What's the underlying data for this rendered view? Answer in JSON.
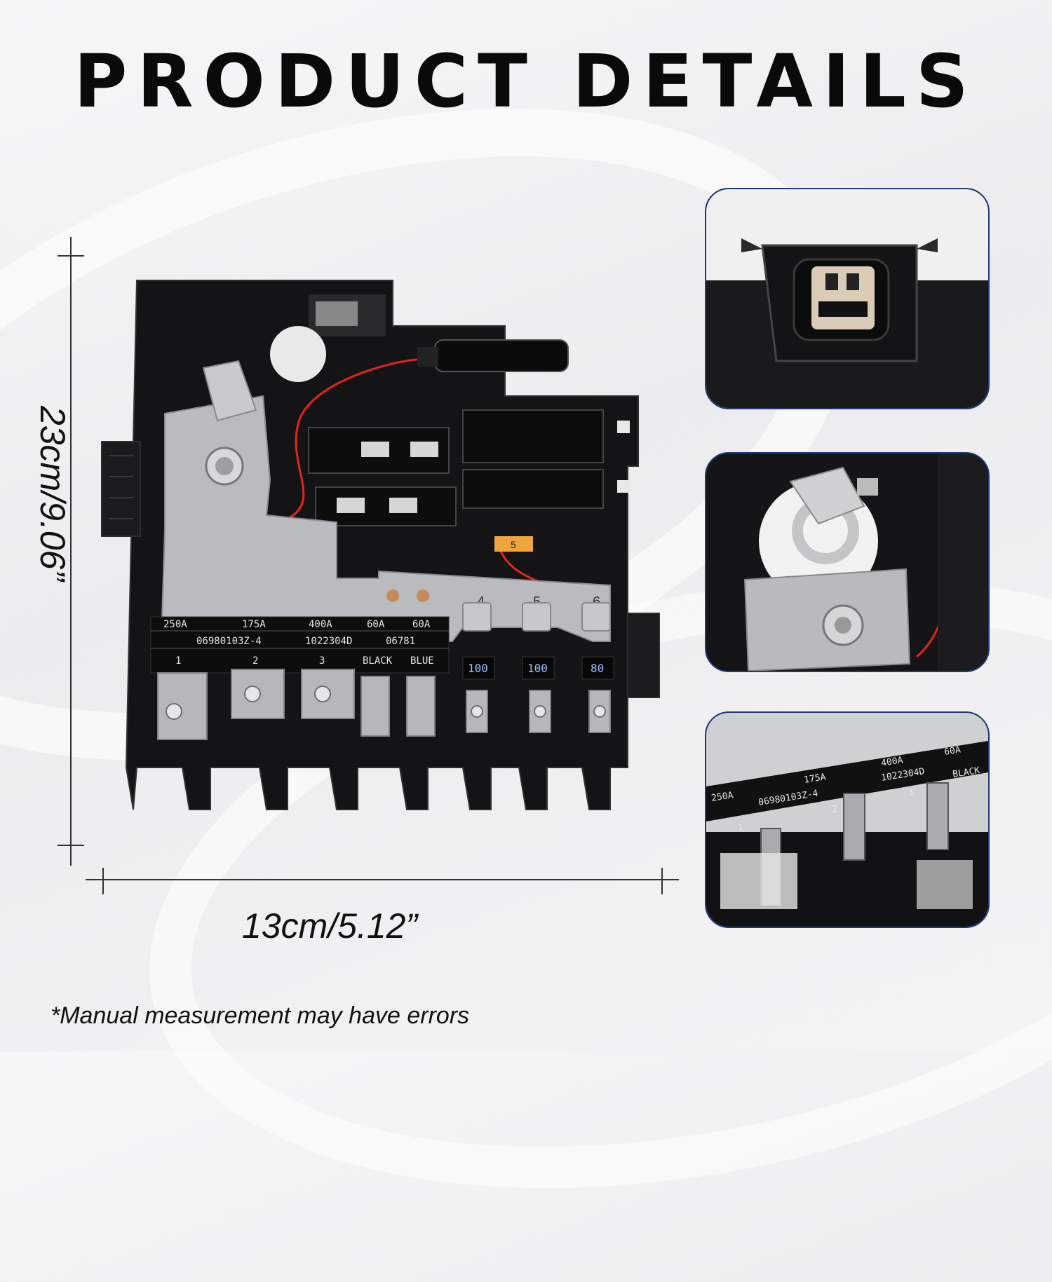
{
  "page": {
    "title": "PRODUCT DETAILS",
    "footnote": "*Manual measurement may have errors"
  },
  "dimensions": {
    "height_label": "23cm/9.06”",
    "width_label": "13cm/5.12”"
  },
  "product": {
    "rating_labels": [
      "250A",
      "175A",
      "400A",
      "60A",
      "60A"
    ],
    "part_numbers": [
      "06980103Z-4",
      "1022304D",
      "06781"
    ],
    "terminal_labels": [
      "1",
      "2",
      "3",
      "BLACK",
      "BLUE"
    ],
    "strip_numbers": [
      "4",
      "5",
      "6"
    ],
    "fuse_values": [
      "100",
      "100",
      "80"
    ],
    "mini_fuse": "5"
  },
  "detail_closeup": {
    "rating_labels": [
      "250A",
      "175A",
      "400A",
      "60A"
    ],
    "part_numbers": [
      "06980103Z-4",
      "1022304D"
    ],
    "terminal_labels": [
      "1",
      "2",
      "3",
      "BLACK"
    ]
  },
  "colors": {
    "housing": "#141416",
    "metal": "#b9bbbe",
    "wire": "#e1261c",
    "frame_border": "#1f3a7a",
    "text": "#0a0a0a"
  }
}
